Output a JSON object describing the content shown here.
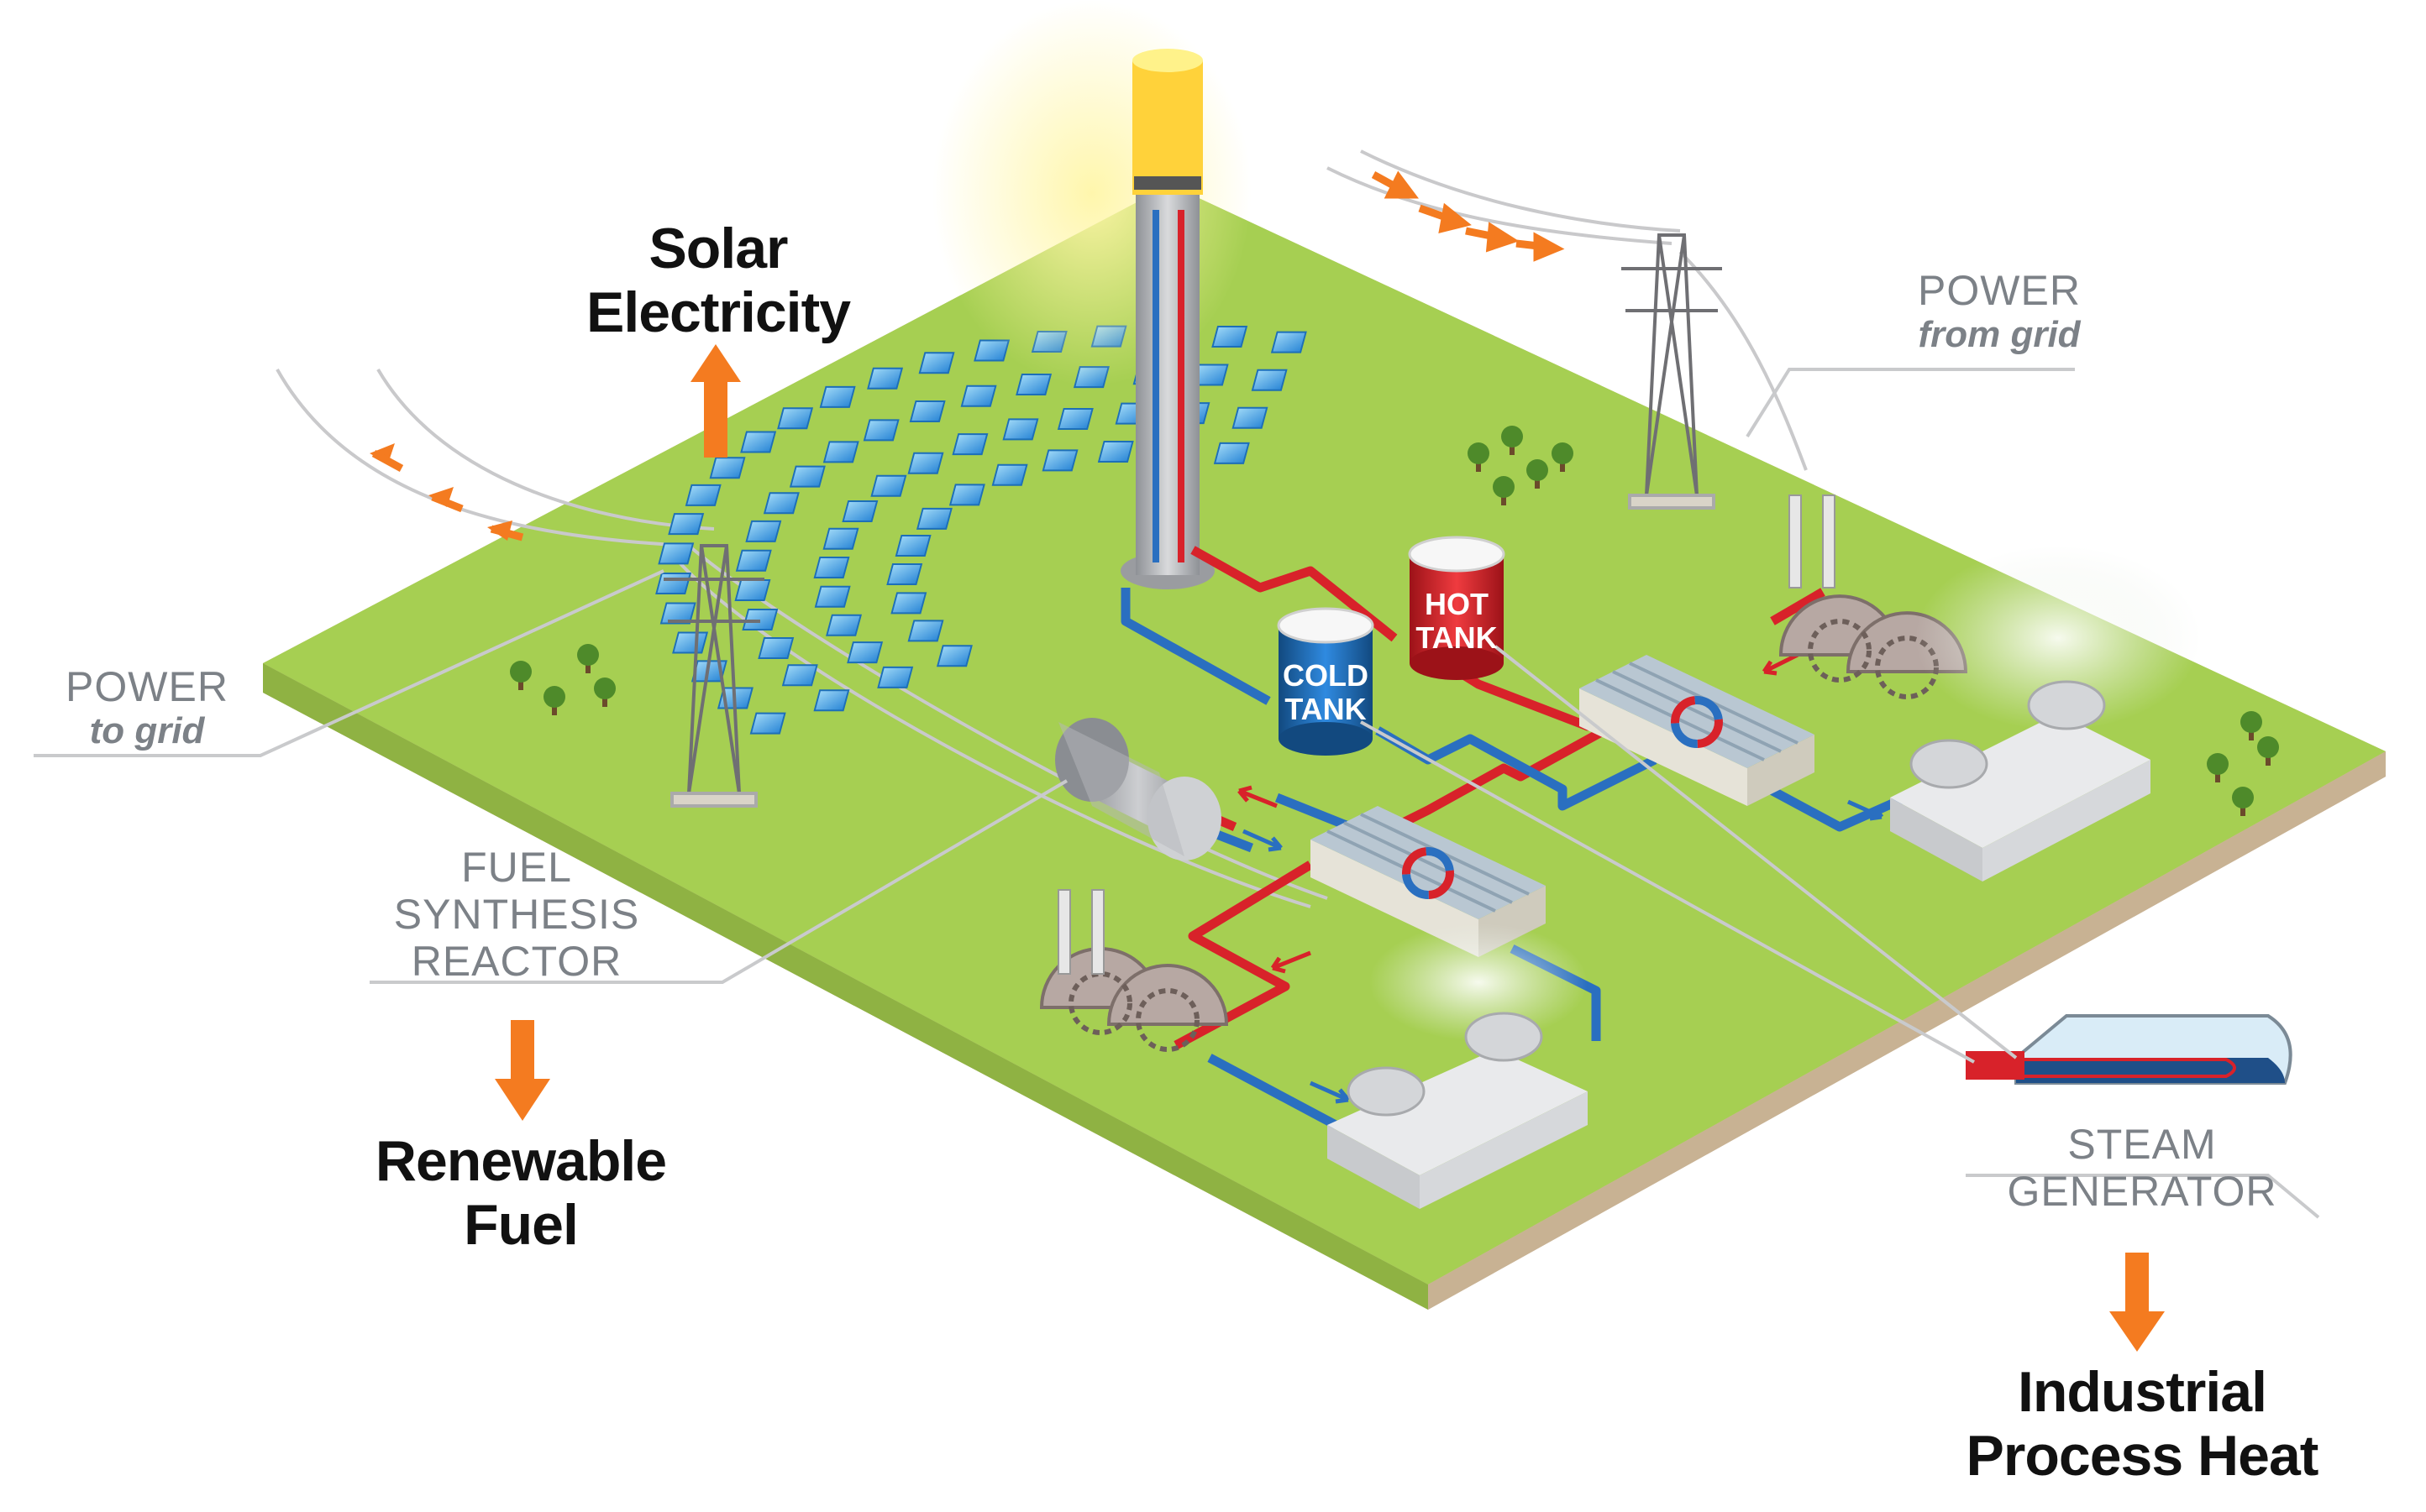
{
  "labels": {
    "solar_electricity": [
      "Solar",
      "Electricity"
    ],
    "power_to_grid": {
      "title": "POWER",
      "sub": "to grid"
    },
    "power_from_grid": {
      "title": "POWER",
      "sub": "from grid"
    },
    "fuel_synthesis_reactor": [
      "FUEL",
      "SYNTHESIS",
      "REACTOR"
    ],
    "renewable_fuel": [
      "Renewable",
      "Fuel"
    ],
    "steam_generator": [
      "STEAM",
      "GENERATOR"
    ],
    "industrial_process_heat": [
      "Industrial",
      "Process Heat"
    ],
    "hot_tank": [
      "HOT",
      "TANK"
    ],
    "cold_tank": [
      "COLD",
      "TANK"
    ]
  },
  "colors": {
    "ground": "#a6cf52",
    "ground_edge": "#7ea83a",
    "hot_pipe": "#d8222a",
    "cold_pipe": "#2a6fc0",
    "arrow_orange": "#f47b20",
    "heliostat": "#3b9be0",
    "label_gray": "#7c8187",
    "hot_tank": "#d8222a",
    "cold_tank": "#1f6fc4"
  }
}
